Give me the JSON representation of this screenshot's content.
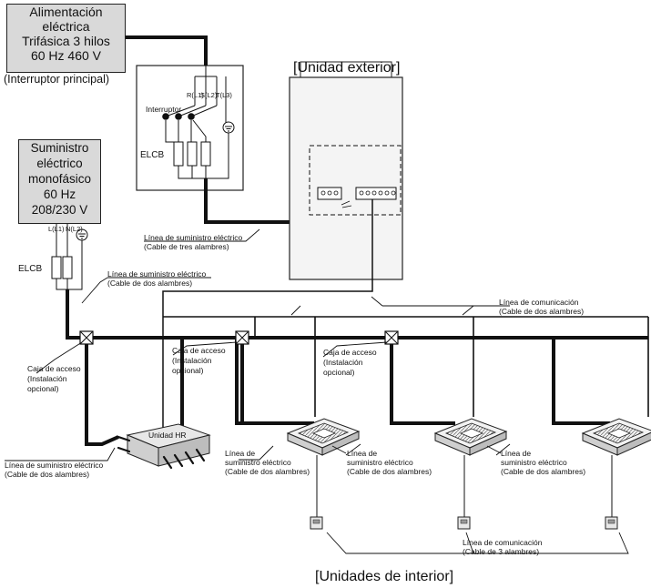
{
  "main_supply": {
    "title_lines": [
      "Alimentación",
      "eléctrica",
      "Trifásica 3 hilos",
      "60 Hz 460 V"
    ],
    "caption": "(Interruptor principal)"
  },
  "single_supply": {
    "title_lines": [
      "Suministro",
      "eléctrico",
      "monofásico",
      "60 Hz",
      "208/230 V"
    ]
  },
  "headings": {
    "outdoor": "[Unidad exterior]",
    "indoor": "[Unidades de interior]"
  },
  "breaker": {
    "terminals": [
      "R(L1)",
      "S(L2)",
      "T(L3)"
    ],
    "switch_label": "Interruptor",
    "elcb_label": "ELCB"
  },
  "single_breaker": {
    "terminals": [
      "L(L1)",
      "N(L2)"
    ],
    "elcb_label": "ELCB"
  },
  "labels": {
    "supply_3wire": [
      "Línea de suministro eléctrico",
      "(Cable de tres alambres)"
    ],
    "supply_2wire_top": [
      "Línea de suministro eléctrico",
      "(Cable de dos alambres)"
    ],
    "comm_2wire": [
      "Línea de comunicación",
      "(Cable de dos alambres)"
    ],
    "access_box_1": [
      "Caja de acceso",
      "(Instalación",
      "opcional)"
    ],
    "access_box_2": [
      "Caja de acceso",
      "(Instalación",
      "opcional)"
    ],
    "access_box_3": [
      "Caja de acceso",
      "(Instalación",
      "opcional)"
    ],
    "hr_unit": "Unidad HR",
    "supply_left": [
      "Línea de suministro eléctrico",
      "(Cable de dos alambres)"
    ],
    "supply_hr": [
      "Línea de",
      "suministro eléctrico",
      "(Cable de dos alambres)"
    ],
    "supply_idu1": [
      "Línea de",
      "suministro eléctrico",
      "(Cable de dos alambres)"
    ],
    "supply_idu2": [
      "Línea de",
      "suministro eléctrico",
      "(Cable de dos alambres)"
    ],
    "comm_3wire": [
      "Línea de comunicación",
      "(Cable de 3 alambres)"
    ]
  },
  "colors": {
    "box_fill": "#d9d9d9",
    "line": "#111111",
    "unit_gray": "#e6e6e6"
  },
  "icons": [
    "ground-icon",
    "switch-contact-icon",
    "fuse-icon",
    "cassette-indoor-unit-icon",
    "remote-controller-icon",
    "junction-box-icon"
  ]
}
